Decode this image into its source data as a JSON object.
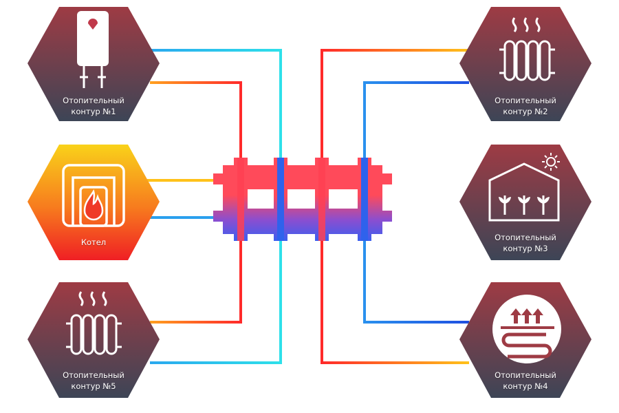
{
  "nodes": {
    "circuit1": {
      "line1": "Отопительный",
      "line2": "контур  №1"
    },
    "circuit2": {
      "line1": "Отопительный",
      "line2": "контур  №2"
    },
    "circuit3": {
      "line1": "Отопительный",
      "line2": "контур  №3"
    },
    "circuit4": {
      "line1": "Отопительный",
      "line2": "контур  №4"
    },
    "circuit5": {
      "line1": "Отопительный",
      "line2": "контур  №5"
    },
    "boiler": {
      "line1": "Котел"
    }
  },
  "colors": {
    "hex_top": "#9e3b44",
    "hex_bottom": "#3d4556",
    "boiler_top": "#f9d21a",
    "boiler_bottom": "#ef1f24",
    "hot_pipe": "#ff3b2a",
    "warm_pipe": "#ffc21a",
    "cold_pipe": "#2a63e6",
    "cyan_pipe": "#2ed7ea",
    "manifold_hot": "#ff4a5a",
    "manifold_cold": "#3a5ff0"
  },
  "icons": {
    "circuit1": "water-heater-icon",
    "circuit2": "radiator-icon",
    "circuit3": "greenhouse-icon",
    "circuit4": "underfloor-heating-icon",
    "circuit5": "radiator-icon",
    "boiler": "boiler-fire-icon"
  }
}
